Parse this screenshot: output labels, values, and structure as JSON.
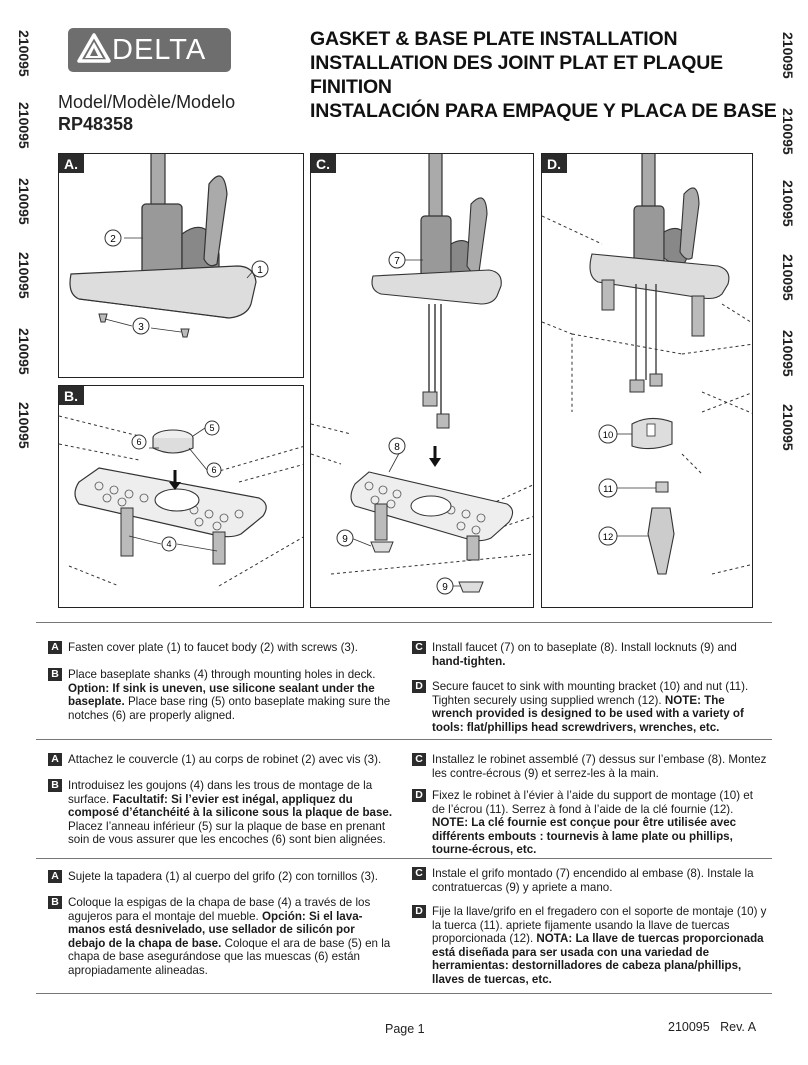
{
  "doc_code": "210095",
  "brand": {
    "name": "DELTA"
  },
  "title": {
    "line1": "GASKET & BASE PLATE INSTALLATION",
    "line2": "INSTALLATION DES JOINT PLAT ET PLAQUE FINITION",
    "line3": "INSTALACIÓN PARA EMPAQUE Y PLACA DE BASE"
  },
  "model": {
    "label": "Model/Modèle/Modelo",
    "number": "RP48358"
  },
  "panels": {
    "a": {
      "label": "A.",
      "callouts": [
        "2",
        "1",
        "3"
      ]
    },
    "b": {
      "label": "B.",
      "callouts": [
        "6",
        "5",
        "6",
        "4"
      ]
    },
    "c": {
      "label": "C.",
      "callouts": [
        "7",
        "8",
        "9",
        "9"
      ]
    },
    "d": {
      "label": "D.",
      "callouts": [
        "10",
        "11",
        "12"
      ]
    }
  },
  "english": {
    "a": {
      "badge": "A",
      "text": "Fasten cover plate (1) to faucet body (2) with screws (3)."
    },
    "b": {
      "badge": "B",
      "t1": "Place baseplate shanks (4) through mounting holes in deck.",
      "t2": "Option: If sink is uneven, use silicone sealant under the baseplate.",
      "t3": " Place base ring (5) onto baseplate making sure the notches (6) are properly aligned."
    },
    "c": {
      "badge": "C",
      "t1": "Install faucet (7) on to baseplate (8).  Install locknuts (9) and ",
      "t2": "hand-tighten."
    },
    "d": {
      "badge": "D",
      "t1": "Secure faucet to sink with mounting bracket (10) and nut (11). Tighten securely using supplied wrench (12).  ",
      "t2": "NOTE:  The wrench provided is designed to be used with a variety of tools: flat/phillips head screwdrivers, wrenches, etc."
    }
  },
  "french": {
    "a": {
      "badge": "A",
      "text": "Attachez le couvercle (1) au corps de robinet (2) avec vis (3)."
    },
    "b": {
      "badge": "B",
      "t1": "Introduisez les goujons (4) dans les trous de montage de la surface.  ",
      "t2": "Facultatif: Si l’evier est inégal, appliquez du composé d’étanchéité à la silicone sous la plaque de base.",
      "t3": " Placez l’anneau inférieur (5) sur la plaque de base en prenant soin de vous assurer que les encoches (6) sont bien alignées."
    },
    "c": {
      "badge": "C",
      "text": "Installez le robinet assemblé (7) dessus sur l’embase (8). Montez les contre-écrous (9) et serrez-les à la main."
    },
    "d": {
      "badge": "D",
      "t1": "Fixez le robinet à l’évier à l’aide du support de montage (10) et de l’écrou (11).  Serrez à fond à l’aide de la clé fournie (12). ",
      "t2": "NOTE: La clé fournie est conçue pour être utilisée avec différents embouts : tournevis à lame plate ou phillips, tourne-écrous, etc."
    }
  },
  "spanish": {
    "a": {
      "badge": "A",
      "text": "Sujete la tapadera (1) al cuerpo del grifo (2) con tornillos (3)."
    },
    "b": {
      "badge": "B",
      "t1": "Coloque la espigas de la chapa de base (4) a través de los agujeros para el montaje del mueble.  ",
      "t2": "Opción: Si el lava-manos está desnivelado, use sellador de silicón por debajo de la chapa de base.",
      "t3": "  Coloque el ara de base (5) en la chapa de base asegurándose que las muescas (6) están apropiadamente alineadas."
    },
    "c": {
      "badge": "C",
      "text": "Instale el grifo montado (7) encendido al embase (8).  Instale la contratuercas (9) y apriete a mano."
    },
    "d": {
      "badge": "D",
      "t1": "Fije la llave/grifo en el fregadero con el soporte de montaje (10) y la tuerca (11).  apriete fijamente usando la llave de tuercas proporcionada (12).  ",
      "t2": "NOTA: La llave de tuercas proporcionada está diseñada para ser usada con una variedad de herramientas: destornilladores de cabeza plana/phillips, llaves de tuercas, etc."
    }
  },
  "footer": {
    "page": "Page 1",
    "code": "210095   Rev. A"
  },
  "colors": {
    "badge": "#2b2b2b",
    "logo_bg": "#6e6e6e"
  }
}
